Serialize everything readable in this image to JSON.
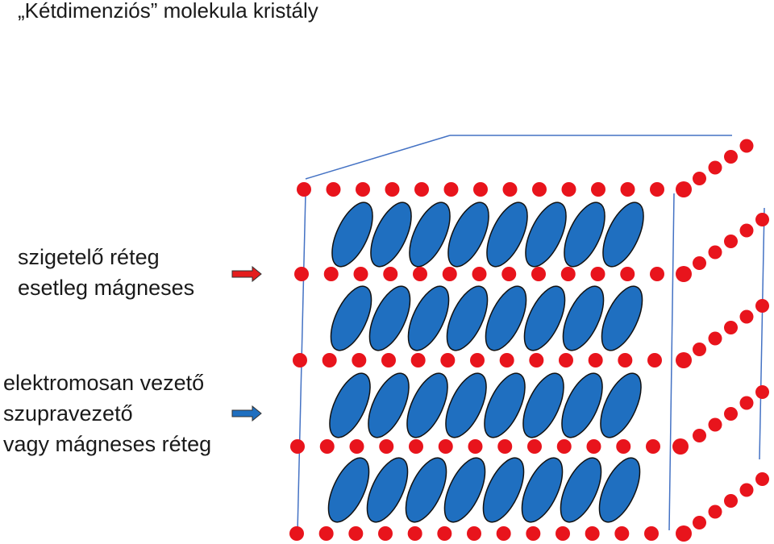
{
  "title": "„Kétdimenziós” molekula kristály",
  "insulating_layer": {
    "line1": "szigetelő réteg",
    "line2": "esetleg mágneses",
    "arrow_color": "#e41e1e"
  },
  "conducting_layer": {
    "line1": "elektromosan vezető",
    "line2": "szupravezető",
    "line3": "vagy mágneses réteg",
    "arrow_color": "#1f6fc0"
  },
  "colors": {
    "atom": "#e8141c",
    "molecule_fill": "#1f6fc0",
    "molecule_stroke": "#111111",
    "frame": "#4472c4"
  },
  "structure": {
    "atom_rows": 5,
    "atoms_per_row": 13,
    "molecule_rows": 4,
    "molecules_per_row": 8
  }
}
